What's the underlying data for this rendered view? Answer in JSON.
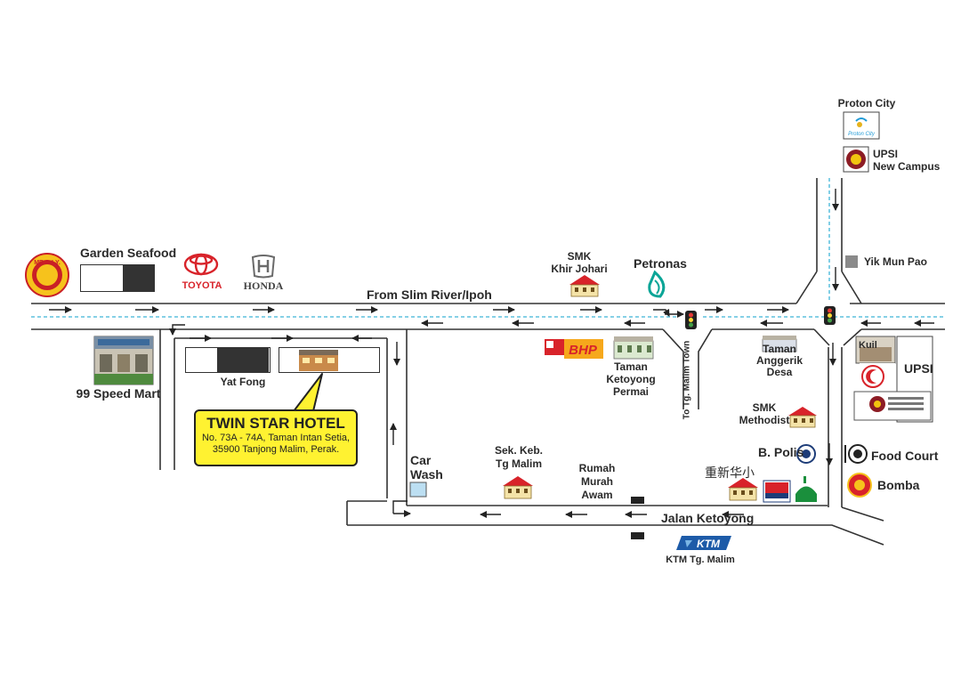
{
  "hotel": {
    "name": "TWIN STAR HOTEL",
    "address_line1": "No. 73A - 74A, Taman Intan Setia,",
    "address_line2": "35900 Tanjong Malim, Perak."
  },
  "landmarks": {
    "garden_seafood": "Garden Seafood",
    "toyota": "TOYOTA",
    "honda": "HONDA",
    "from_road": "From Slim River/Ipoh",
    "smk_khir_johari_1": "SMK",
    "smk_khir_johari_2": "Khir Johari",
    "petronas": "Petronas",
    "proton_city": "Proton City",
    "proton_city_logo": "Proton City",
    "upsi_new_campus_1": "UPSI",
    "upsi_new_campus_2": "New Campus",
    "yik_mun_pao": "Yik Mun Pao",
    "speed_mart": "99 Speed Mart",
    "yat_fong": "Yat Fong",
    "bhp": "BHP",
    "taman_ketoyong_1": "Taman",
    "taman_ketoyong_2": "Ketoyong",
    "taman_ketoyong_3": "Permai",
    "to_tg_malim_town": "To Tg. Malim Town",
    "taman_anggerik_1": "Taman",
    "taman_anggerik_2": "Anggerik",
    "taman_anggerik_3": "Desa",
    "kuil": "Kuil",
    "upsi": "UPSI",
    "smk_methodist_1": "SMK",
    "smk_methodist_2": "Methodist",
    "b_polis": "B. Polis",
    "chinese_school": "重新华小",
    "food_court": "Food Court",
    "bomba": "Bomba",
    "car_wash_1": "Car",
    "car_wash_2": "Wash",
    "sek_keb_1": "Sek. Keb.",
    "sek_keb_2": "Tg Malim",
    "rumah_1": "Rumah",
    "rumah_2": "Murah",
    "rumah_3": "Awam",
    "jalan_ketoyong": "Jalan Ketoyong",
    "ktm_logo": "KTM",
    "ktm_station": "KTM Tg. Malim",
    "mr_diy_logo": "MR.D.I.Y.",
    "malaysia_badge": "MALAYSIA"
  },
  "colors": {
    "road": "#333333",
    "dash": "#3fb5d8",
    "callout": "#fff231",
    "toyota_red": "#d8232a",
    "honda_grey": "#6a6a6a",
    "petronas_teal": "#0aa597",
    "ktm_blue": "#1d5ba8",
    "upsi_maroon": "#8c1c24"
  }
}
